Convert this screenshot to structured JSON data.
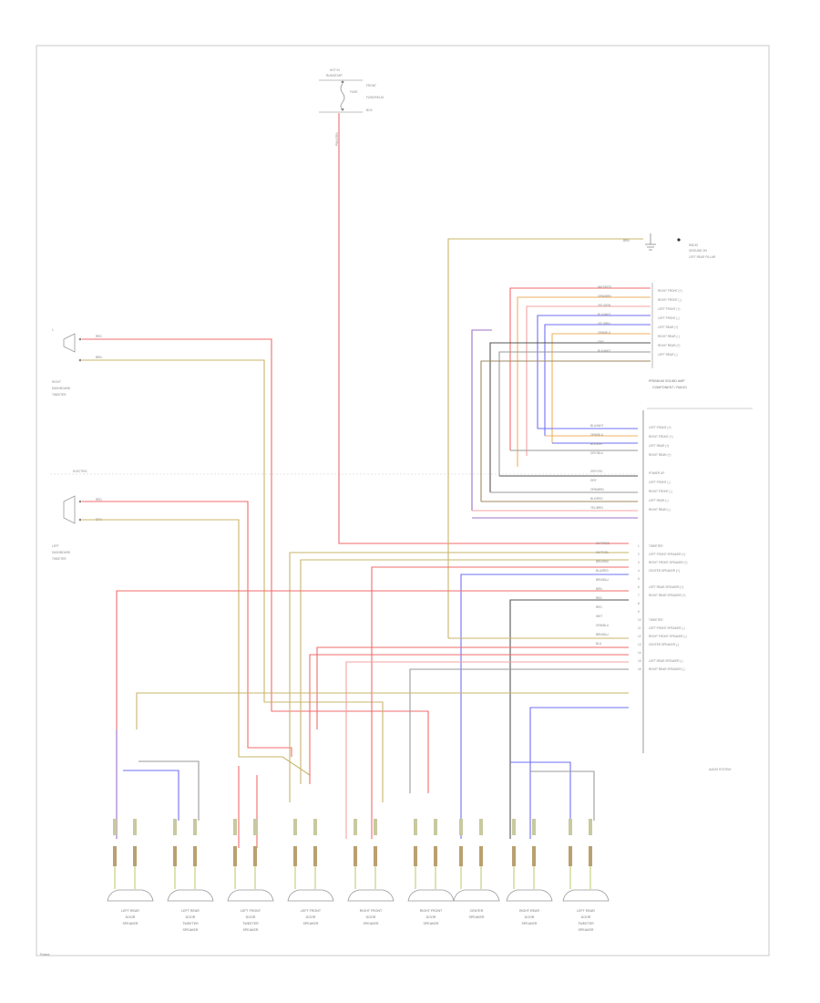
{
  "source": {
    "top_fuse": [
      "HOT IN",
      "RUN/START",
      "FUSE",
      "FRONT",
      "FUSE/RELAY",
      "BOX"
    ],
    "top_wire": "PNK/GRN",
    "ground_wire": "BRN",
    "ground_label": [
      "RADIO",
      "GROUND ON",
      "LEFT REAR PILLAR"
    ]
  },
  "nav_unit": {
    "title": [
      "PREMIUM SOUND AMP",
      "COMPONENT / RADIO"
    ],
    "upper_pins": [
      "RIGHT FRONT (+)",
      "RIGHT FRONT (-)",
      "LEFT FRONT (+)",
      "LEFT FRONT (-)",
      "LEFT REAR (+)",
      "RIGHT REAR (-)",
      "RIGHT REAR (+)",
      "LEFT REAR (-)"
    ],
    "upper_wires": [
      "WHT/RED",
      "ORN/BRN",
      "YEL/GRN",
      "BLU/WHT",
      "YEL/BRN",
      "ORN/BLU",
      "GRY",
      "BLK/WHT"
    ]
  },
  "amplifier": {
    "pins_a": [
      "LEFT FRONT (+)",
      "RIGHT FRONT (+)",
      "LEFT REAR (+)",
      "RIGHT REAR (+)",
      "",
      "POWER UP",
      "LEFT FRONT (-)",
      "RIGHT FRONT (-)",
      "LEFT REAR (-)",
      "RIGHT REAR (-)"
    ],
    "pins_b": [
      "TWEETER",
      "LEFT FRONT SPEAKER (+)",
      "RIGHT FRONT SPEAKER (+)",
      "CENTER SPEAKER (+)",
      "",
      "LEFT REAR SPEAKER (+)",
      "RIGHT REAR SPEAKER (+)",
      "",
      "",
      "TWEETER",
      "LEFT FRONT SPEAKER (-)",
      "RIGHT FRONT SPEAKER (-)",
      "CENTER SPEAKER (-)",
      "",
      "LEFT REAR SPEAKER (-)",
      "RIGHT REAR SPEAKER (-)"
    ],
    "wires_a": [
      "BLU/WHT",
      "ORN/BLU",
      "BLK/WHT",
      "GRY/BLU",
      "",
      "GRY/YEL",
      "GRY",
      "ORN/BRN",
      "BLK/RED",
      "YEL/BRN"
    ],
    "wires_b": [
      "WHT/RED",
      "WHT/YEL",
      "BRN/RED",
      "BLU/RED",
      "BRN/BLU",
      "BRN",
      "RED",
      "RED",
      "WHT",
      "GRN/BLU",
      "BRN/BLU",
      "BLU"
    ]
  },
  "tweeters": {
    "right": [
      "RIGHT",
      "DASHBOARD",
      "TWEETER"
    ],
    "left": [
      "LEFT",
      "DASHBOARD",
      "TWEETER"
    ],
    "wire1": "RED",
    "wire2": "BRN"
  },
  "speakers": [
    {
      "label": [
        "LEFT REAR",
        "DOOR",
        "SPEAKER"
      ]
    },
    {
      "label": [
        "LEFT REAR",
        "DOOR",
        "TWEETER",
        "SPEAKER"
      ]
    },
    {
      "label": [
        "LEFT FRONT",
        "DOOR",
        "TWEETER",
        "SPEAKER"
      ]
    },
    {
      "label": [
        "LEFT FRONT",
        "DOOR",
        "SPEAKER"
      ]
    },
    {
      "label": [
        "RIGHT FRONT",
        "DOOR",
        "SPEAKER"
      ]
    },
    {
      "label": [
        "RIGHT FRONT",
        "DOOR",
        "SPEAKER"
      ]
    },
    {
      "label": [
        "CENTER",
        "SPEAKER"
      ]
    },
    {
      "label": [
        "RIGHT REAR",
        "DOOR",
        "SPEAKER"
      ]
    },
    {
      "label": [
        "LEFT REAR",
        "DOOR",
        "TWEETER",
        "SPEAKER"
      ]
    }
  ],
  "footer": {
    "left": "Printed: ",
    "right": "AUDIO SYSTEM"
  },
  "colors": {
    "red": "#f26b6b",
    "pink": "#f5a3a3",
    "tan": "#c9b56a",
    "orange": "#f0b060",
    "blue": "#6f6ff5",
    "purple": "#a070c8",
    "gray": "#9a9a9a",
    "black": "#555555",
    "brown": "#a08a60"
  }
}
